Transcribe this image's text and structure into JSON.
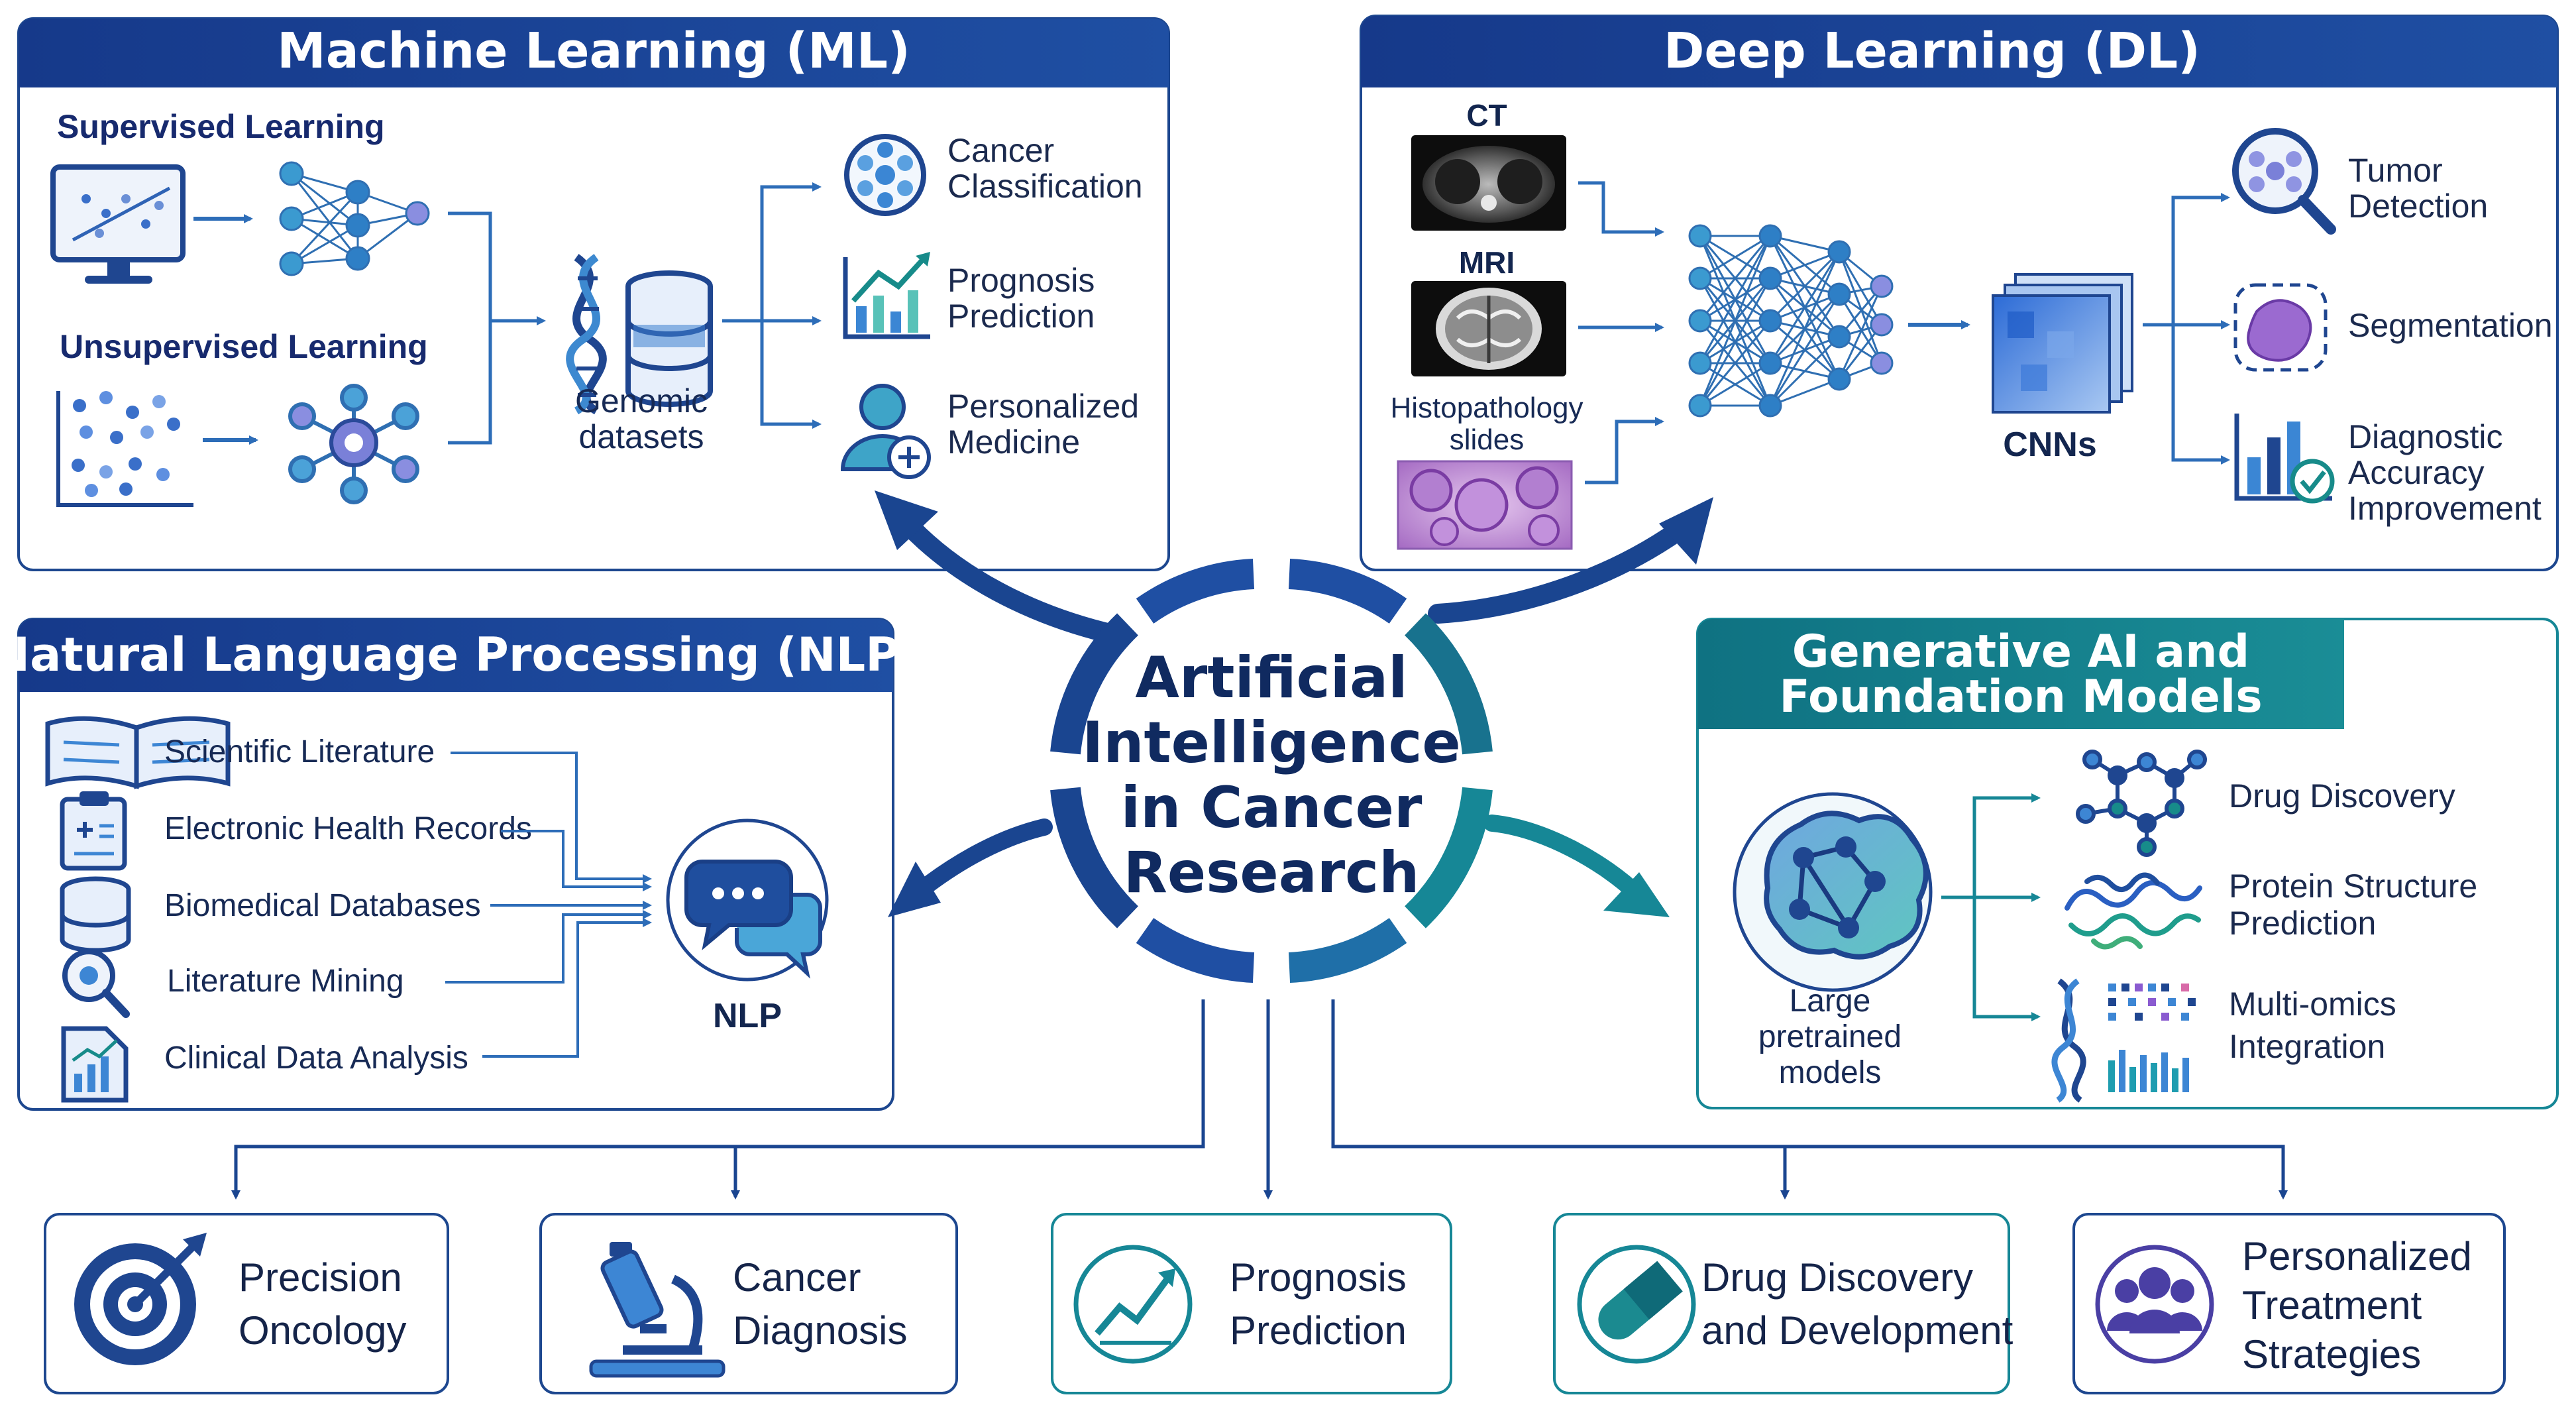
{
  "center": {
    "line1": "Artificial",
    "line2": "Intelligence",
    "line3": "in Cancer",
    "line4": "Research"
  },
  "ml": {
    "title": "Machine Learning (ML)",
    "supervised": "Supervised Learning",
    "unsupervised": "Unsupervised Learning",
    "genomic_1": "Genomic",
    "genomic_2": "datasets",
    "outputs": [
      {
        "line1": "Cancer",
        "line2": "Classification"
      },
      {
        "line1": "Prognosis",
        "line2": "Prediction"
      },
      {
        "line1": "Personalized",
        "line2": "Medicine"
      }
    ]
  },
  "dl": {
    "title": "Deep Learning (DL)",
    "ct": "CT",
    "mri": "MRI",
    "histo_1": "Histopathology",
    "histo_2": "slides",
    "cnns": "CNNs",
    "outputs": [
      {
        "line1": "Tumor",
        "line2": "Detection",
        "line3": ""
      },
      {
        "line1": "Segmentation",
        "line2": "",
        "line3": ""
      },
      {
        "line1": "Diagnostic",
        "line2": "Accuracy",
        "line3": "Improvement"
      }
    ]
  },
  "nlp": {
    "title": "Natural Language Processing (NLP)",
    "sources": [
      "Scientific Literature",
      "Electronic Health Records",
      "Biomedical Databases",
      "Literature Mining",
      "Clinical Data Analysis"
    ],
    "hub": "NLP"
  },
  "gen": {
    "title_1": "Generative AI and",
    "title_2": "Foundation Models",
    "model_1": "Large",
    "model_2": "pretrained",
    "model_3": "models",
    "outputs": [
      {
        "line1": "Drug Discovery",
        "line2": ""
      },
      {
        "line1": "Protein Structure",
        "line2": "Prediction"
      },
      {
        "line1": "Multi-omics",
        "line2": "Integration"
      }
    ]
  },
  "cards": [
    {
      "line1": "Precision",
      "line2": "Oncology",
      "line3": ""
    },
    {
      "line1": "Cancer",
      "line2": "Diagnosis",
      "line3": ""
    },
    {
      "line1": "Prognosis",
      "line2": "Prediction",
      "line3": ""
    },
    {
      "line1": "Drug Discovery",
      "line2": "and Development",
      "line3": ""
    },
    {
      "line1": "Personalized",
      "line2": "Treatment",
      "line3": "Strategies"
    }
  ],
  "colors": {
    "navy": "#183f8c",
    "teal": "#137f8e",
    "accent_blue": "#2f6fc0",
    "text": "#172a55"
  }
}
